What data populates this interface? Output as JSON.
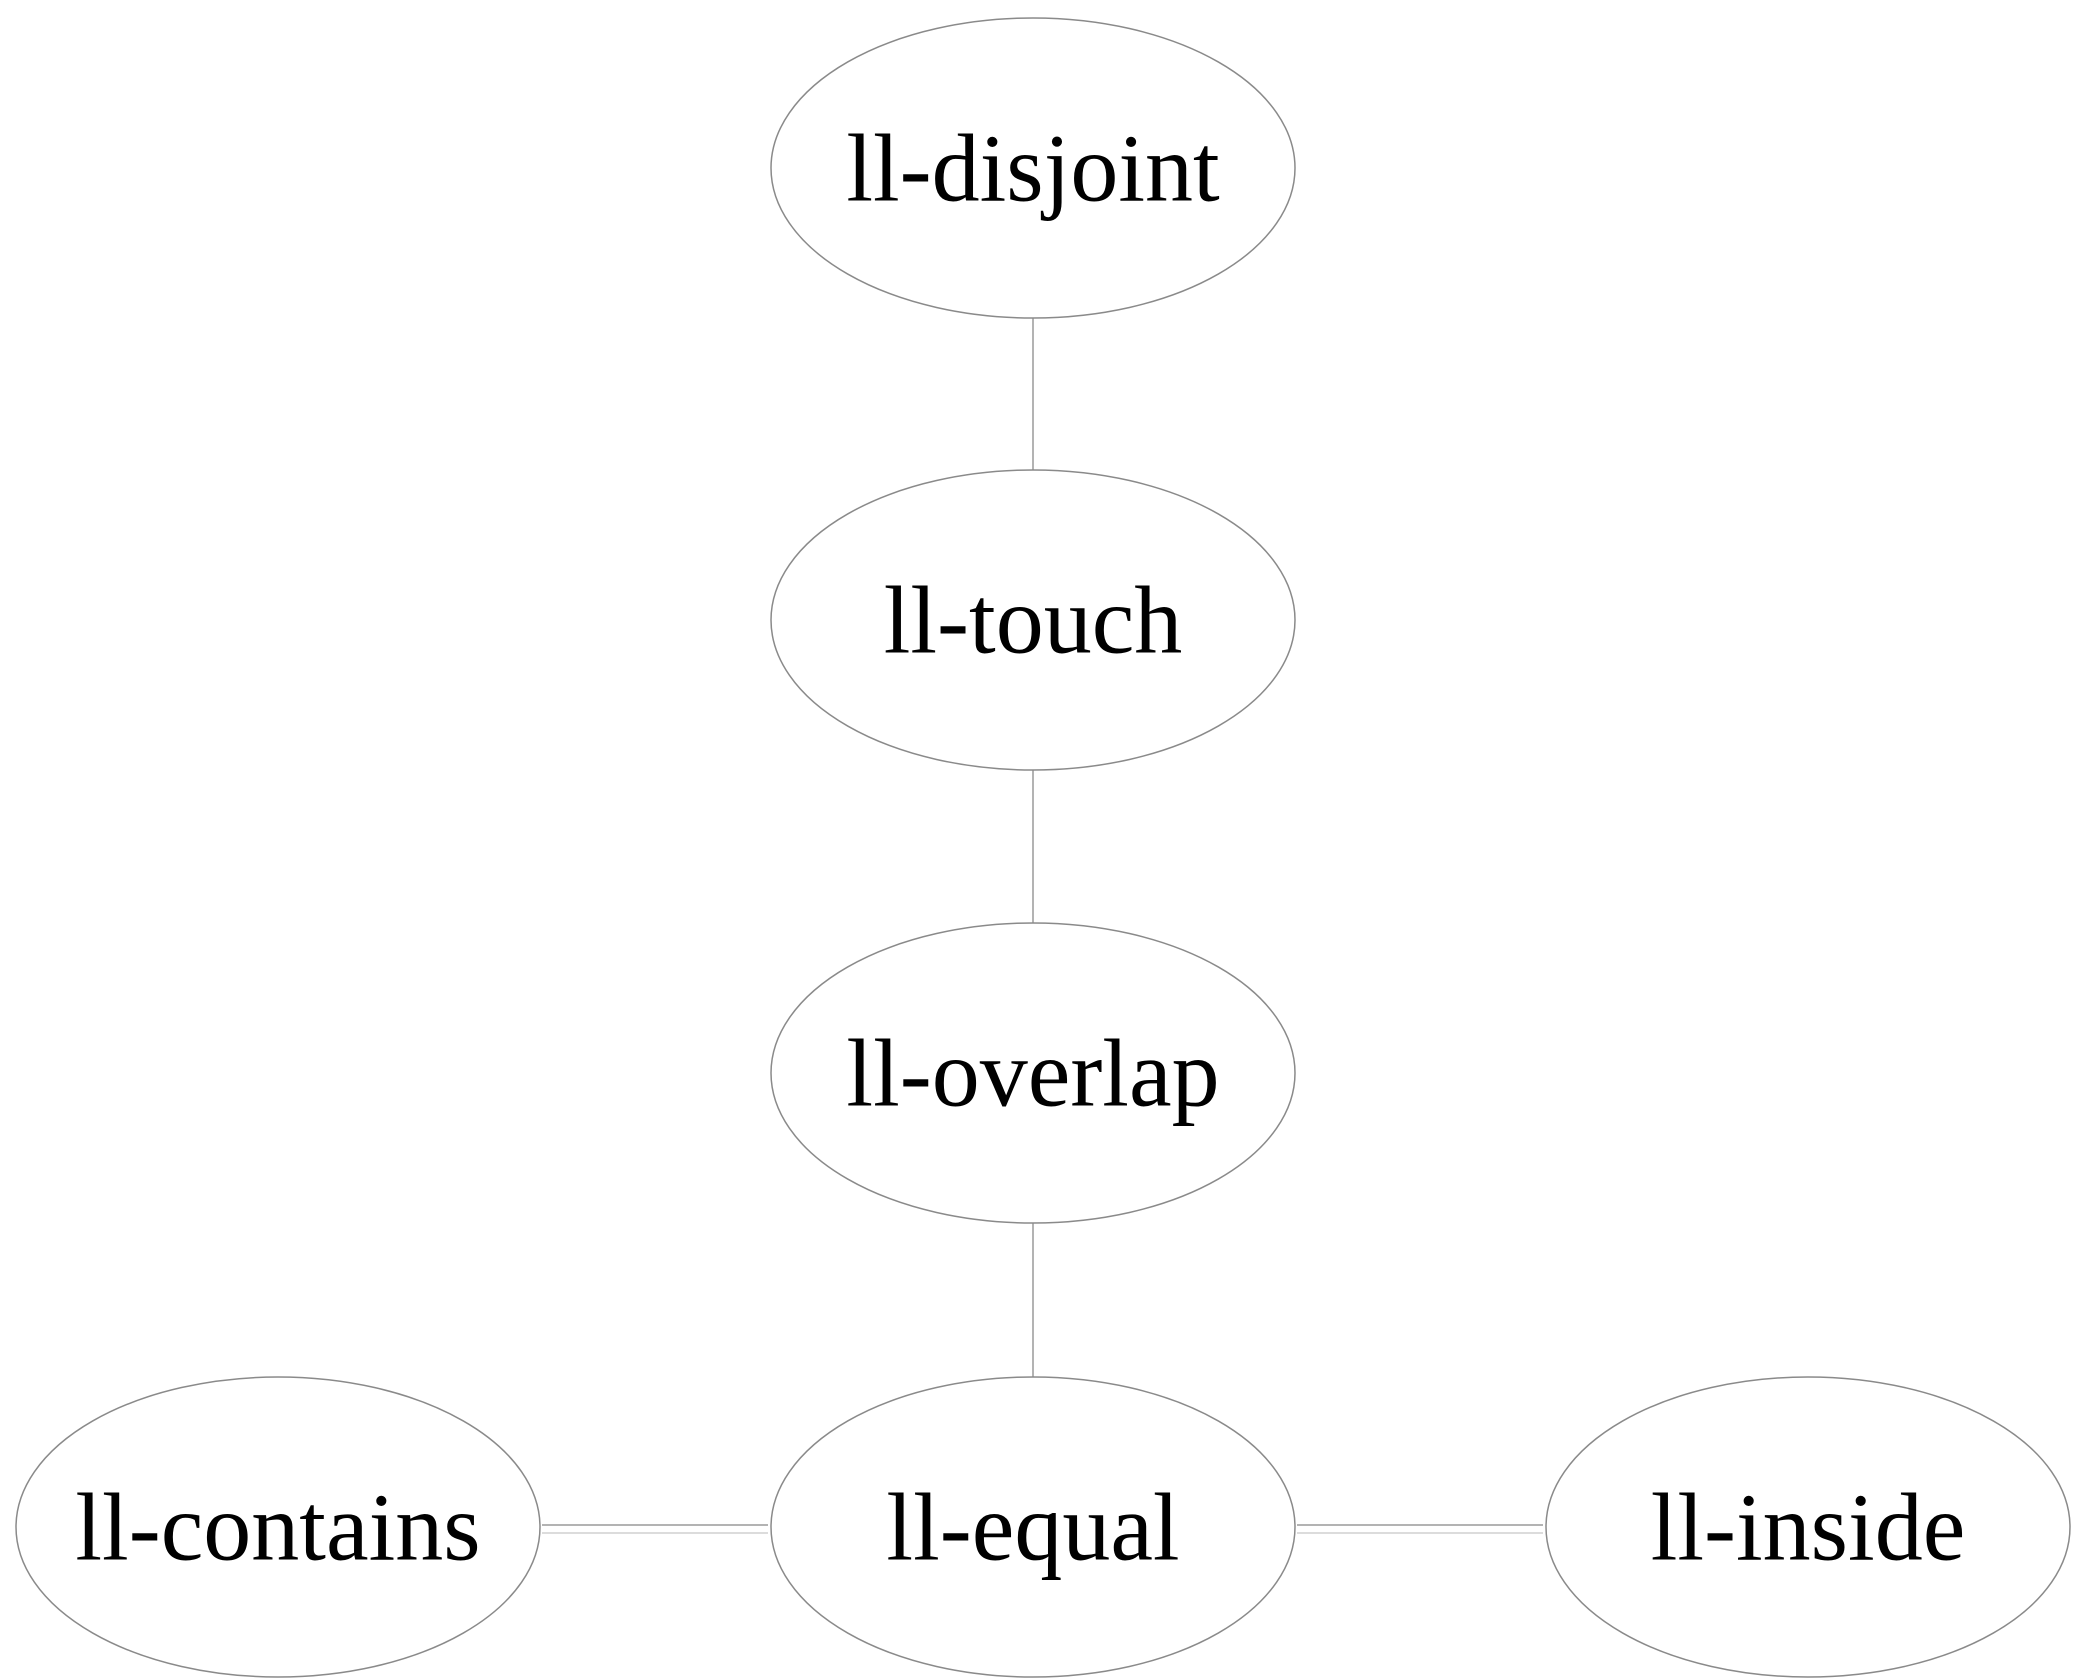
{
  "diagram": {
    "nodes": [
      {
        "id": "disjoint",
        "label": "ll-disjoint"
      },
      {
        "id": "touch",
        "label": "ll-touch"
      },
      {
        "id": "overlap",
        "label": "ll-overlap"
      },
      {
        "id": "equal",
        "label": "ll-equal"
      },
      {
        "id": "contains",
        "label": "ll-contains"
      },
      {
        "id": "inside",
        "label": "ll-inside"
      }
    ],
    "edges": [
      {
        "from": "disjoint",
        "to": "touch",
        "style": "single"
      },
      {
        "from": "touch",
        "to": "overlap",
        "style": "single"
      },
      {
        "from": "overlap",
        "to": "equal",
        "style": "single"
      },
      {
        "from": "contains",
        "to": "equal",
        "style": "double"
      },
      {
        "from": "equal",
        "to": "inside",
        "style": "double"
      }
    ],
    "colors": {
      "node_stroke": "#8a8a8a",
      "edge": "#9a9a9a",
      "text": "#000000",
      "background": "#ffffff"
    }
  }
}
